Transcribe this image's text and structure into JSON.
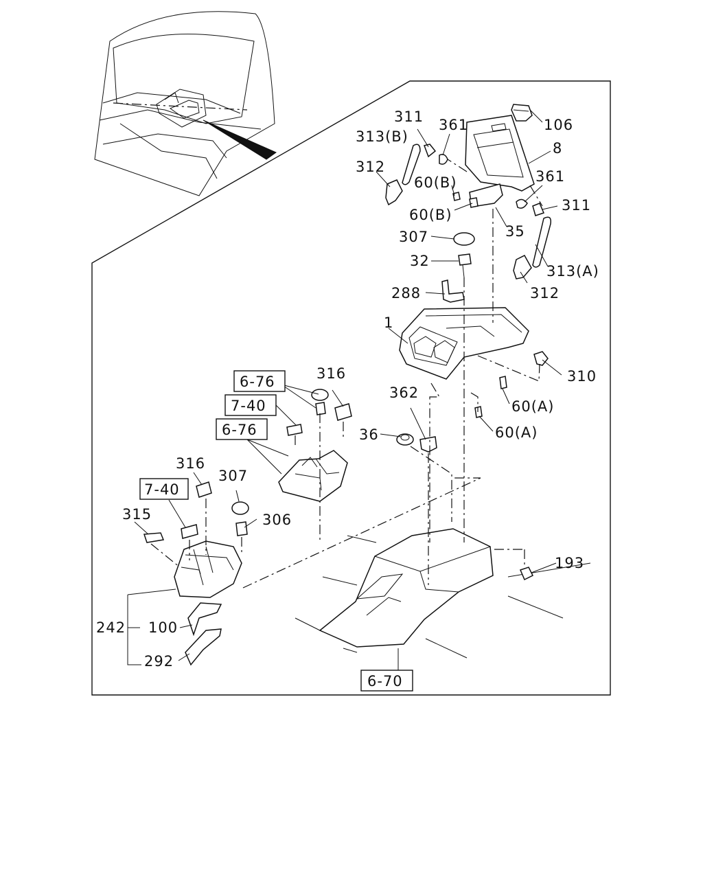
{
  "callouts": {
    "c106": "106",
    "c8": "8",
    "c311_top": "311",
    "c361_top": "361",
    "c313b": "313(B)",
    "c312_top": "312",
    "c60b_1": "60(B)",
    "c60b_2": "60(B)",
    "c361_right": "361",
    "c311_right": "311",
    "c35": "35",
    "c307_top": "307",
    "c32": "32",
    "c313a": "313(A)",
    "c312_right": "312",
    "c288": "288",
    "c1": "1",
    "c310": "310",
    "c60a_1": "60(A)",
    "c60a_2": "60(A)",
    "c316_top": "316",
    "c362": "362",
    "c36": "36",
    "c316_left": "316",
    "c307_left": "307",
    "c306": "306",
    "c315": "315",
    "c193": "193",
    "c242": "242",
    "c100": "100",
    "c292": "292"
  },
  "references": {
    "ref_676_a": "6-76",
    "ref_740_a": "7-40",
    "ref_676_b": "6-76",
    "ref_740_b": "7-40",
    "ref_670": "6-70"
  }
}
